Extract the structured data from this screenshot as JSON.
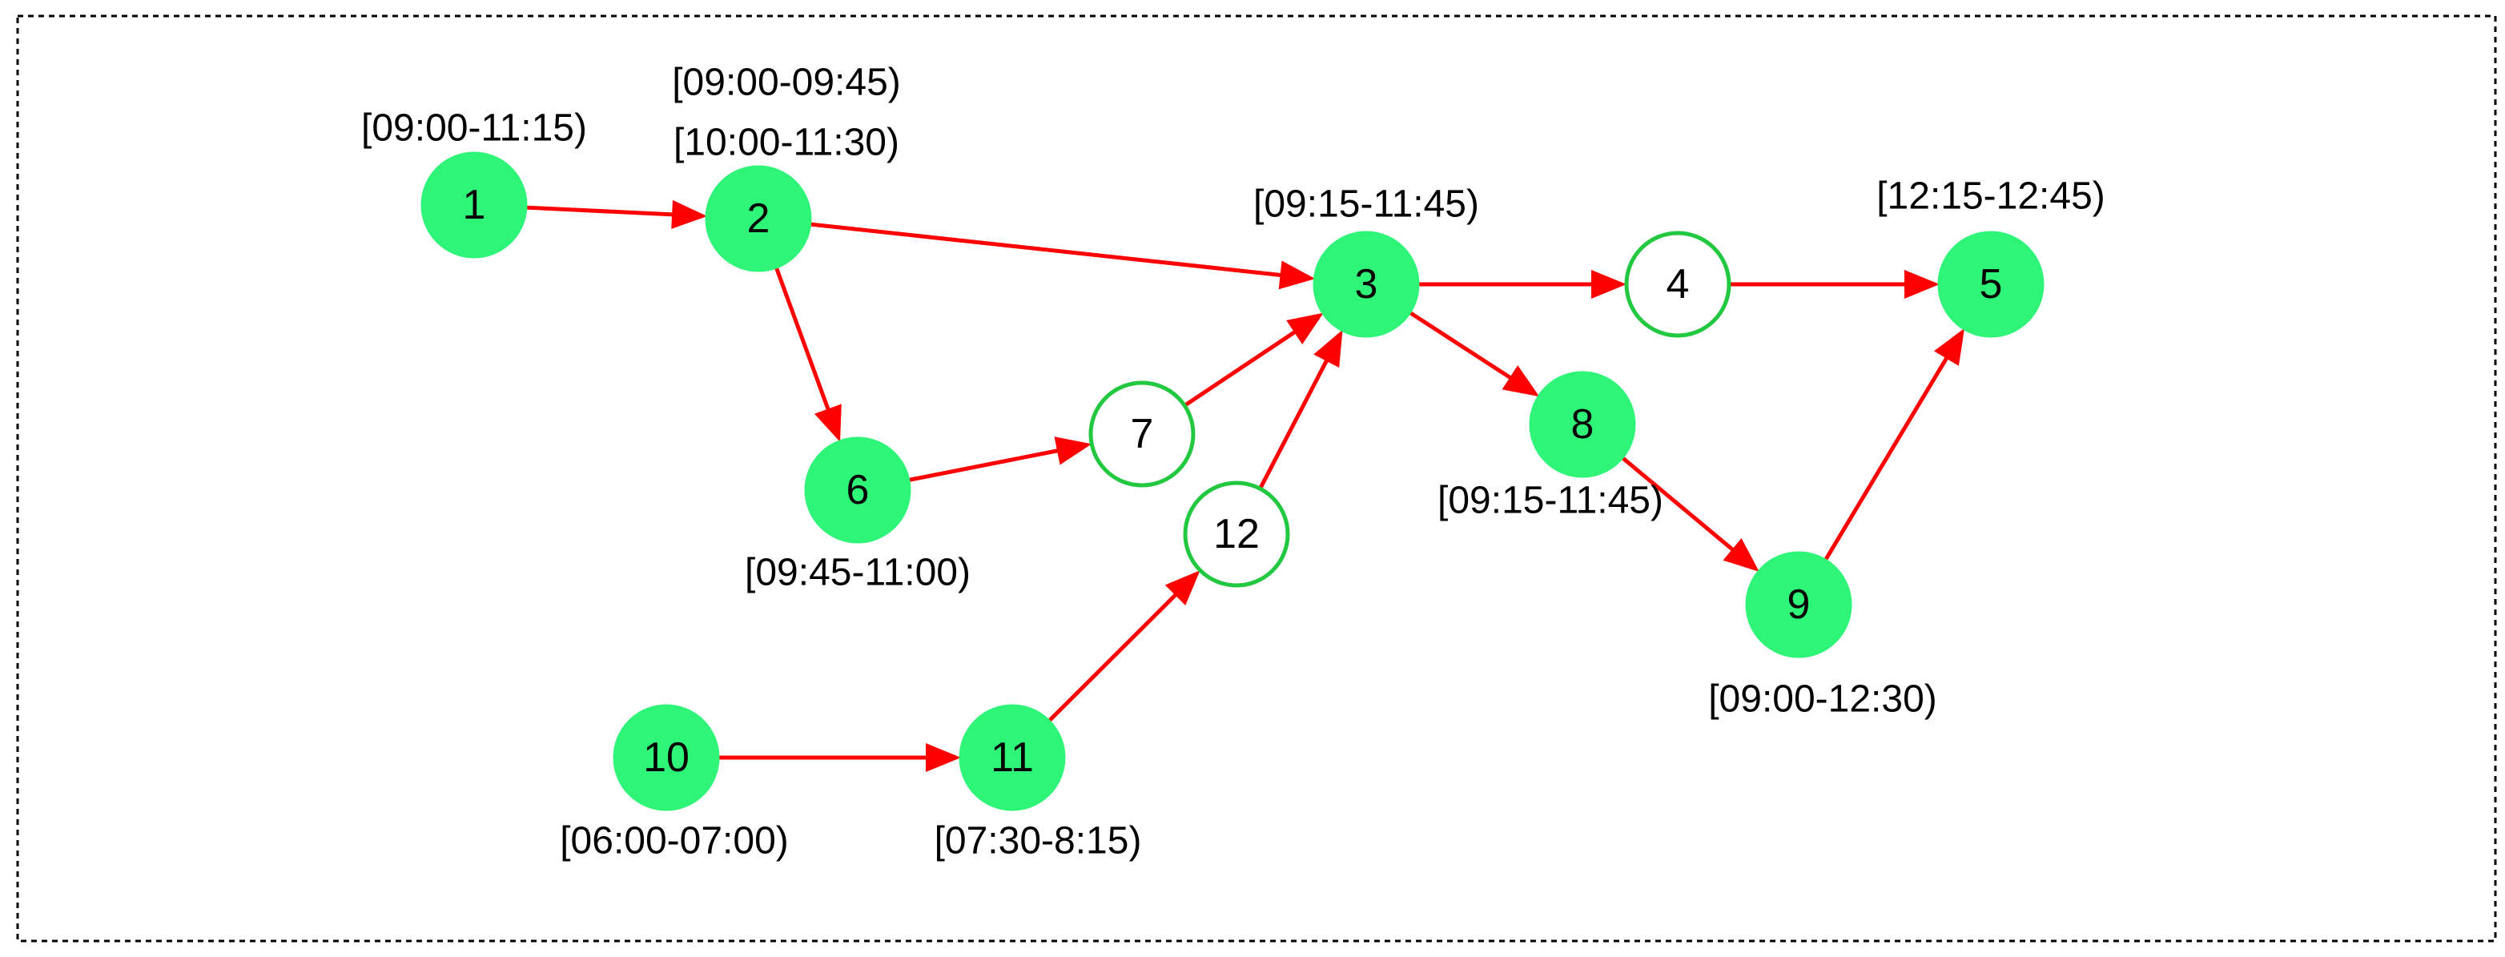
{
  "colors": {
    "edge": "#ff0000",
    "node_filled": "#2ef577",
    "node_outline": "#22c840",
    "frame": "#000000"
  },
  "nodes": [
    {
      "id": "1",
      "label": "1",
      "filled": true,
      "windows": [
        "[09:00-11:15)"
      ]
    },
    {
      "id": "2",
      "label": "2",
      "filled": true,
      "windows": [
        "[09:00-09:45)",
        "[10:00-11:30)"
      ]
    },
    {
      "id": "3",
      "label": "3",
      "filled": true,
      "windows": [
        "[09:15-11:45)"
      ]
    },
    {
      "id": "4",
      "label": "4",
      "filled": false,
      "windows": []
    },
    {
      "id": "5",
      "label": "5",
      "filled": true,
      "windows": [
        "[12:15-12:45)"
      ]
    },
    {
      "id": "6",
      "label": "6",
      "filled": true,
      "windows": [
        "[09:45-11:00)"
      ]
    },
    {
      "id": "7",
      "label": "7",
      "filled": false,
      "windows": []
    },
    {
      "id": "8",
      "label": "8",
      "filled": true,
      "windows": [
        "[09:15-11:45)"
      ]
    },
    {
      "id": "9",
      "label": "9",
      "filled": true,
      "windows": [
        "[09:00-12:30)"
      ]
    },
    {
      "id": "10",
      "label": "10",
      "filled": true,
      "windows": [
        "[06:00-07:00)"
      ]
    },
    {
      "id": "11",
      "label": "11",
      "filled": true,
      "windows": [
        "[07:30-8:15)"
      ]
    },
    {
      "id": "12",
      "label": "12",
      "filled": false,
      "windows": []
    }
  ],
  "edges": [
    {
      "from": "1",
      "to": "2"
    },
    {
      "from": "2",
      "to": "3"
    },
    {
      "from": "2",
      "to": "6"
    },
    {
      "from": "6",
      "to": "7"
    },
    {
      "from": "7",
      "to": "3"
    },
    {
      "from": "12",
      "to": "3"
    },
    {
      "from": "10",
      "to": "11"
    },
    {
      "from": "11",
      "to": "12"
    },
    {
      "from": "3",
      "to": "4"
    },
    {
      "from": "4",
      "to": "5"
    },
    {
      "from": "3",
      "to": "8"
    },
    {
      "from": "8",
      "to": "9"
    },
    {
      "from": "9",
      "to": "5"
    }
  ]
}
